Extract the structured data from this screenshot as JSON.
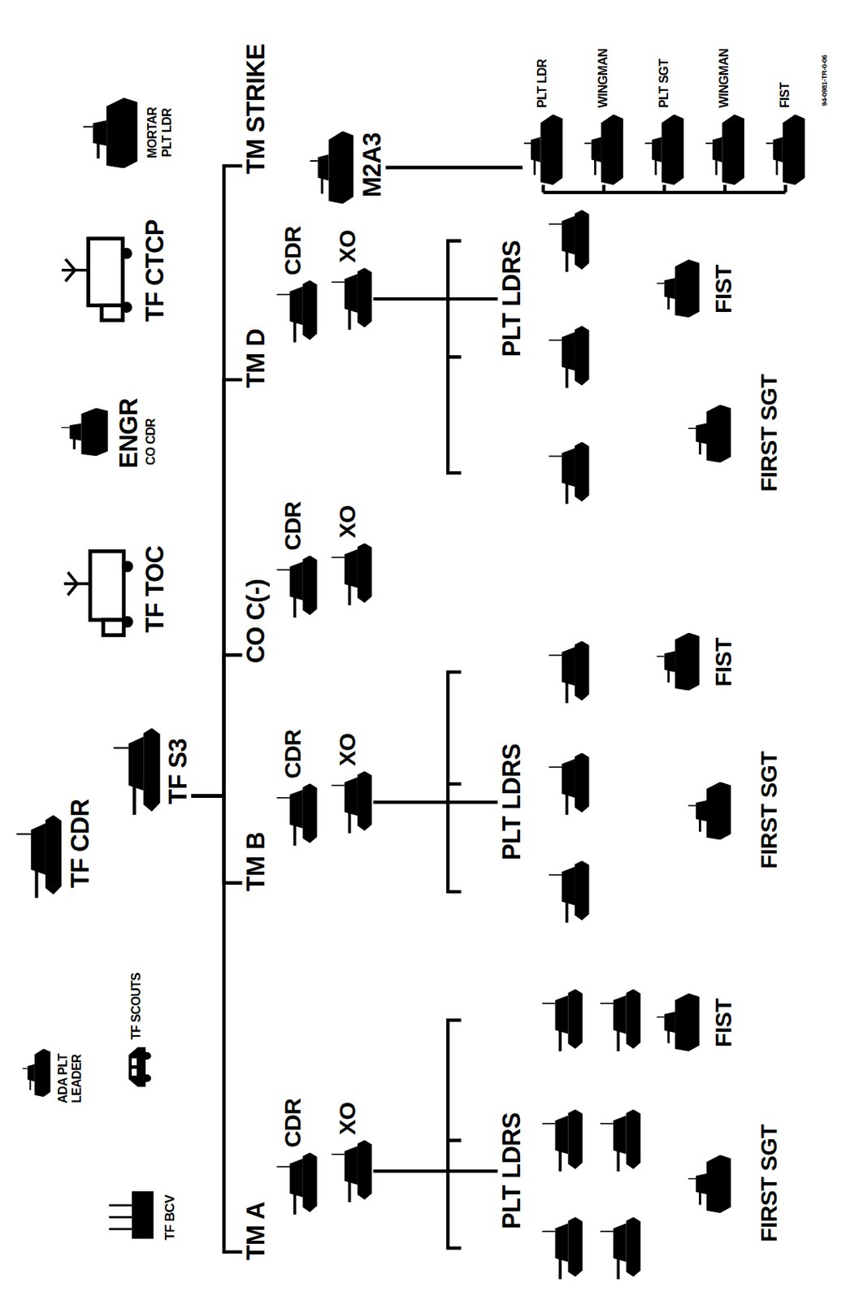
{
  "diagram": {
    "nodes": [
      {
        "text": [
          "TF BCV"
        ]
      },
      {
        "text": [
          "ADA PLT LEADER"
        ]
      },
      {
        "text": [
          "TF SCOUTS"
        ]
      },
      {
        "text": [
          "TF CDR"
        ]
      },
      {
        "text": [
          "TF S3"
        ]
      },
      {
        "text": [
          "TF TOC"
        ]
      },
      {
        "text": [
          "ENGR",
          "CO CDR"
        ]
      },
      {
        "text": [
          "TF CTCP"
        ]
      },
      {
        "text": [
          "MORTAR PLT LDR"
        ]
      },
      {
        "text": [
          "TM A"
        ]
      },
      {
        "text": [
          "CDR"
        ]
      },
      {
        "text": [
          "XO"
        ]
      },
      {
        "text": [
          "PLT LDRS"
        ]
      },
      {
        "text": [
          "FIRST SGT"
        ]
      },
      {
        "text": [
          "FIST"
        ]
      },
      {
        "text": [
          "TM B"
        ]
      },
      {
        "text": [
          "CDR"
        ]
      },
      {
        "text": [
          "XO"
        ]
      },
      {
        "text": [
          "PLT LDRS"
        ]
      },
      {
        "text": [
          "FIRST SGT"
        ]
      },
      {
        "text": [
          "FIST"
        ]
      },
      {
        "text": [
          "CO C(-)"
        ]
      },
      {
        "text": [
          "CDR"
        ]
      },
      {
        "text": [
          "XO"
        ]
      },
      {
        "text": [
          "TM D"
        ]
      },
      {
        "text": [
          "CDR"
        ]
      },
      {
        "text": [
          "XO"
        ]
      },
      {
        "text": [
          "PLT LDRS"
        ]
      },
      {
        "text": [
          "FIRST SGT"
        ]
      },
      {
        "text": [
          "FIST"
        ]
      },
      {
        "text": [
          "TM STRIKE"
        ]
      },
      {
        "text": [
          "M2A3"
        ]
      },
      {
        "text": [
          "PLT LDR"
        ]
      },
      {
        "text": [
          "WINGMAN"
        ]
      },
      {
        "text": [
          "PLT SGT"
        ]
      },
      {
        "text": [
          "WINGMAN"
        ]
      },
      {
        "text": [
          "FIST"
        ]
      }
    ],
    "edges": [
      {
        "from": 4,
        "to": 9,
        "arrow": "none"
      },
      {
        "from": 4,
        "to": 15,
        "arrow": "none"
      },
      {
        "from": 4,
        "to": 21,
        "arrow": "none"
      },
      {
        "from": 4,
        "to": 24,
        "arrow": "none"
      },
      {
        "from": 4,
        "to": 30,
        "arrow": "none"
      },
      {
        "from": 11,
        "to": 12,
        "arrow": "none"
      },
      {
        "from": 17,
        "to": 18,
        "arrow": "none"
      },
      {
        "from": 26,
        "to": 27,
        "arrow": "none"
      },
      {
        "from": 31,
        "to": 32,
        "arrow": "none"
      }
    ],
    "labels": [
      "94-0981-TR-0-06"
    ]
  }
}
